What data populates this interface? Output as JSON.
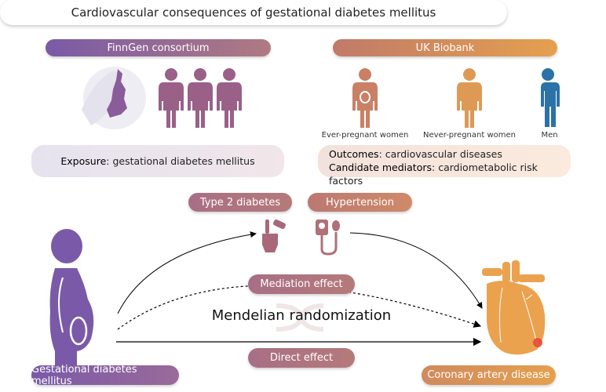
{
  "title": "Cardiovascular consequences of gestational diabetes mellitus",
  "finngen": {
    "label": "FinnGen consortium",
    "exposure_key": "Exposure",
    "exposure_value": ": gestational diabetes mellitus"
  },
  "ukbiobank": {
    "label": "UK Biobank",
    "groups": [
      "Ever-pregnant women",
      "Never-pregnant women",
      "Men"
    ],
    "outcomes_key": "Outcomes",
    "outcomes_value": ": cardiovascular diseases",
    "mediators_key": "Candidate mediators",
    "mediators_value": ": cardiometabolic risk factors"
  },
  "mediators": [
    "Type 2 diabetes",
    "Hypertension"
  ],
  "effects": {
    "mediation": "Mediation effect",
    "direct": "Direct effect",
    "method": "Mendelian randomization"
  },
  "exposure_node": "Gestational diabetes mellitus",
  "outcome_node": "Coronary artery disease",
  "colors": {
    "finngen": "#7a5aa8",
    "women": "#9a6088",
    "ever_pregnant": "#c98064",
    "never_pregnant": "#de9a55",
    "men": "#2a72a8",
    "heart": "#eba24e"
  }
}
